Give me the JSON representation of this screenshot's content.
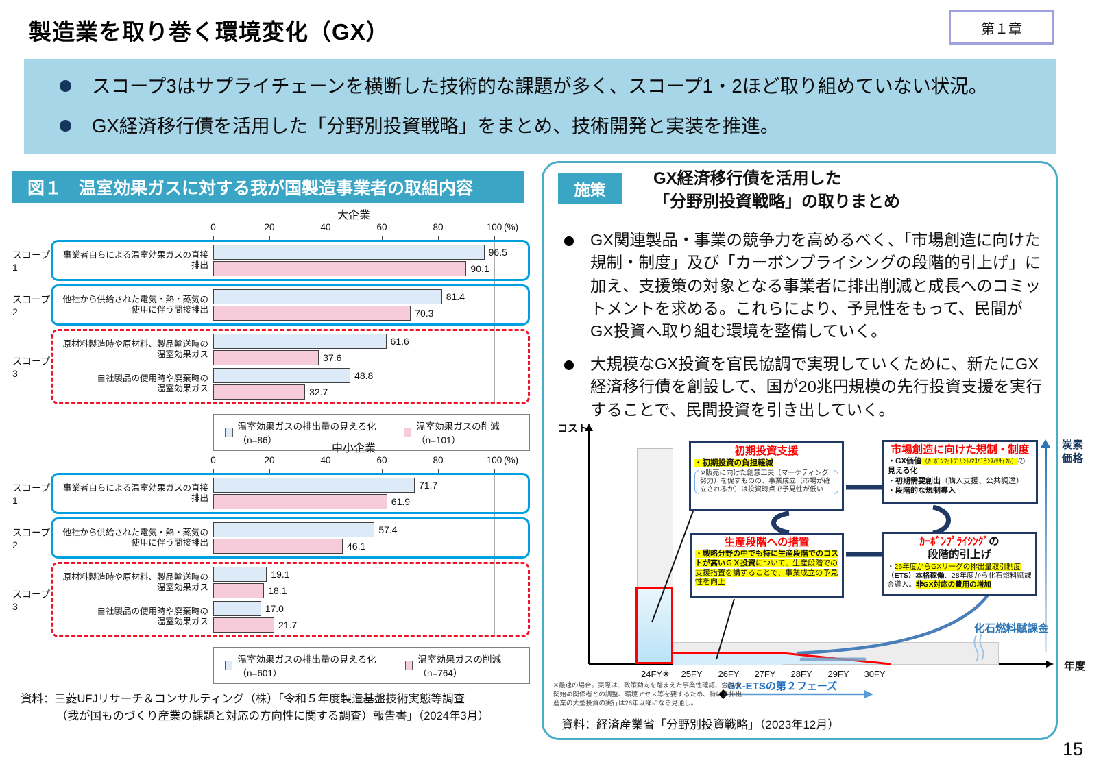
{
  "page": {
    "title": "製造業を取り巻く環境変化（GX）",
    "chapter_badge": "第１章",
    "number": "15"
  },
  "summary": {
    "bullets": [
      "スコープ3はサプライチェーンを横断した技術的な課題が多く、スコープ1・2ほど取り組めていない状況。",
      "GX経済移行債を活用した「分野別投資戦略」をまとめ、技術開発と実装を推進。"
    ]
  },
  "figure": {
    "title": "図１　温室効果ガスに対する我が国製造事業者の取組内容",
    "source_lines": [
      "資料：三菱UFJリサーチ＆コンサルティング（株）「令和５年度製造基盤技術実態等調査",
      "（我が国ものづくり産業の課題と対応の方向性に関する調査）報告書」（2024年3月）"
    ]
  },
  "chart_data": [
    {
      "type": "bar",
      "orientation": "horizontal",
      "title": "大企業",
      "value_unit": "%",
      "xlim": [
        0,
        100
      ],
      "ticks": [
        0,
        20,
        40,
        60,
        80,
        100
      ],
      "tick_unit_label": "(%)",
      "grid": "line-at-100",
      "legend_position": "bottom",
      "legend": [
        {
          "label": "温室効果ガスの排出量の見える化（n=86）",
          "color": "#dcebf7"
        },
        {
          "label": "温室効果ガスの削減（n=101）",
          "color": "#f6ccdb"
        }
      ],
      "groups": [
        {
          "scope": "スコープ1",
          "frame": "blue",
          "items": [
            {
              "label": "事業者自らによる温室効果ガスの直接排出",
              "values": [
                96.5,
                90.1
              ]
            }
          ]
        },
        {
          "scope": "スコープ2",
          "frame": "blue",
          "items": [
            {
              "label": "他社から供給された電気・熱・蒸気の\n使用に伴う間接排出",
              "values": [
                81.4,
                70.3
              ]
            }
          ]
        },
        {
          "scope": "スコープ3",
          "frame": "red",
          "items": [
            {
              "label": "原材料製造時や原材料、製品輸送時の\n温室効果ガス",
              "values": [
                61.6,
                37.6
              ]
            },
            {
              "label": "自社製品の使用時や廃棄時の\n温室効果ガス",
              "values": [
                48.8,
                32.7
              ]
            }
          ]
        }
      ]
    },
    {
      "type": "bar",
      "orientation": "horizontal",
      "title": "中小企業",
      "value_unit": "%",
      "xlim": [
        0,
        100
      ],
      "ticks": [
        0,
        20,
        40,
        60,
        80,
        100
      ],
      "tick_unit_label": "(%)",
      "grid": "line-at-100",
      "legend_position": "bottom",
      "legend": [
        {
          "label": "温室効果ガスの排出量の見える化（n=601）",
          "color": "#dcebf7"
        },
        {
          "label": "温室効果ガスの削減（n=764）",
          "color": "#f6ccdb"
        }
      ],
      "groups": [
        {
          "scope": "スコープ1",
          "frame": "blue",
          "items": [
            {
              "label": "事業者自らによる温室効果ガスの直接排出",
              "values": [
                71.7,
                61.9
              ]
            }
          ]
        },
        {
          "scope": "スコープ2",
          "frame": "blue",
          "items": [
            {
              "label": "他社から供給された電気・熱・蒸気の\n使用に伴う間接排出",
              "values": [
                57.4,
                46.1
              ]
            }
          ]
        },
        {
          "scope": "スコープ3",
          "frame": "red",
          "items": [
            {
              "label": "原材料製造時や原材料、製品輸送時の\n温室効果ガス",
              "values": [
                19.1,
                18.1
              ]
            },
            {
              "label": "自社製品の使用時や廃棄時の\n温室効果ガス",
              "values": [
                17.0,
                21.7
              ]
            }
          ]
        }
      ]
    }
  ],
  "policy": {
    "badge": "施策",
    "heading_lines": [
      "GX経済移行債を活用した",
      "「分野別投資戦略」の取りまとめ"
    ],
    "bullets": [
      "GX関連製品・事業の競争力を高めるべく、「市場創造に向けた規制・制度」及び「カーボンプライシングの段階的引上げ」に加え、支援策の対象となる事業者に排出削減と成長へのコミットメントを求める。これらにより、予見性をもって、民間がGX投資へ取り組む環境を整備していく。",
      "大規模なGX投資を官民協調で実現していくために、新たにGX経済移行債を創設して、国が20兆円規模の先行投資支援を実行することで、民間投資を引き出していく。"
    ],
    "source": "資料：経済産業省「分野別投資戦略」（2023年12月）"
  },
  "diagram": {
    "y_axis_label": "コスト",
    "x_axis_label": "年度",
    "right_axis_label_lines": [
      "炭素",
      "価格"
    ],
    "x_ticks": [
      "24FY※",
      "25FY",
      "26FY",
      "27FY",
      "28FY",
      "29FY",
      "30FY"
    ],
    "fossil_levy_label": "化石燃料賦課金",
    "ets_phase_label": "GX-ETSの第２フェーズ",
    "footnote": "※最速の場合。実際は、政策動向を踏まえた事業性確認、金融機関始め関係者との調整、環境アセス等を要するため、特に多排出産業の大型投資の実行は26年以降になる見通し。",
    "boxes": [
      {
        "id": "box-initial",
        "title": [
          [
            {
              "t": "初期投資支援",
              "red": true
            }
          ]
        ],
        "lines": [
          {
            "size": 11.5,
            "segs": [
              {
                "t": "・初期投資の負担軽減",
                "hl": true,
                "b": true
              }
            ]
          },
          {
            "size": 10,
            "note": true,
            "segs": [
              {
                "t": "※販売に向けた創意工夫（マーケティング努力）を促すものの、事業成立（市場が確立されるか）は投資時点で予見性が低い"
              }
            ]
          }
        ]
      },
      {
        "id": "box-market",
        "title": [
          [
            {
              "t": "市場創造に向けた規制・制度",
              "red": true
            }
          ]
        ],
        "lines": [
          {
            "size": 11,
            "segs": [
              {
                "t": "・GX価値",
                "b": true
              },
              {
                "t": "（ｶｰﾎﾞﾝﾌｯﾄﾌﾟﾘﾝﾄ/ﾏｽﾊﾞﾗﾝｽ/ﾘｻｲｸﾙ）",
                "hl": true,
                "sm": true
              },
              {
                "t": "の"
              },
              {
                "t": "見える化",
                "b": true
              }
            ]
          },
          {
            "size": 11,
            "segs": [
              {
                "t": "・"
              },
              {
                "t": "初期需要創出",
                "b": true
              },
              {
                "t": "（購入支援、公共調達）"
              }
            ]
          },
          {
            "size": 11,
            "segs": [
              {
                "t": "・"
              },
              {
                "t": "段階的な規制導入",
                "b": true
              }
            ]
          }
        ]
      },
      {
        "id": "box-production",
        "title": [
          [
            {
              "t": "生産段階への措置",
              "red": true
            }
          ]
        ],
        "lines": [
          {
            "size": 11,
            "segs": [
              {
                "t": "・",
                "hl": true
              },
              {
                "t": "戦略分野の中でも特に生産段階でのコストが高いＧＸ投資",
                "hl": true,
                "b": true
              },
              {
                "t": "について、生産段階での支援措置を講ずることで、事業成立の予見性を向上",
                "hl": true
              }
            ]
          }
        ]
      },
      {
        "id": "box-carbon",
        "title": [
          [
            {
              "t": "ｶｰﾎﾞﾝﾌﾟﾗｲｼﾝｸﾞ",
              "red": true
            },
            {
              "t": "の"
            }
          ],
          [
            {
              "t": "段階的引上げ"
            }
          ]
        ],
        "lines": [
          {
            "size": 10.5,
            "segs": [
              {
                "t": "・"
              },
              {
                "t": "26年度からGXリーグの排出量取引制度",
                "hl": true
              },
              {
                "t": "（ETS）",
                "b": true
              },
              {
                "t": "本格稼働",
                "b": true
              },
              {
                "t": "、28年度から化石燃料賦課金導入。"
              },
              {
                "t": "非GX対応の費用の増加",
                "hl": true,
                "b": true
              }
            ]
          }
        ]
      }
    ]
  }
}
